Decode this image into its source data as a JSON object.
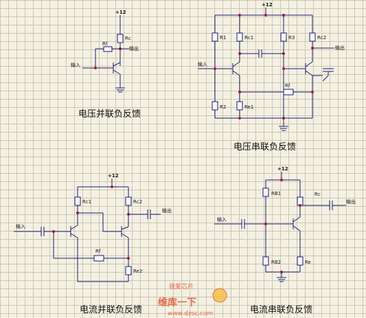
{
  "supply": "+12",
  "input_label": "输入",
  "output_label": "输出",
  "circuits": {
    "voltage_shunt": {
      "title": "电压并联负反馈",
      "resistors": [
        "Rc",
        "Rf"
      ]
    },
    "voltage_series": {
      "title": "电压串联负反馈",
      "resistors": [
        "R1",
        "Rc1",
        "R3",
        "Rc2",
        "Rf",
        "R2",
        "Re1"
      ]
    },
    "current_shunt": {
      "title": "电流并联负反馈",
      "resistors": [
        "Rc1",
        "Rc2",
        "Rf",
        "Re2"
      ]
    },
    "current_series": {
      "title": "电流串联负反馈",
      "resistors": [
        "RB1",
        "Rc",
        "RB2",
        "Re"
      ]
    }
  },
  "watermark": {
    "brand": "维库一下",
    "tag": "我爱芯片",
    "url": "www.dzsc.com"
  },
  "colors": {
    "wire": "#1a1a7a",
    "node": "#c0152a",
    "grid": "#c9c6b6",
    "background": "#f4f1e2",
    "watermark": "#e8502a"
  }
}
